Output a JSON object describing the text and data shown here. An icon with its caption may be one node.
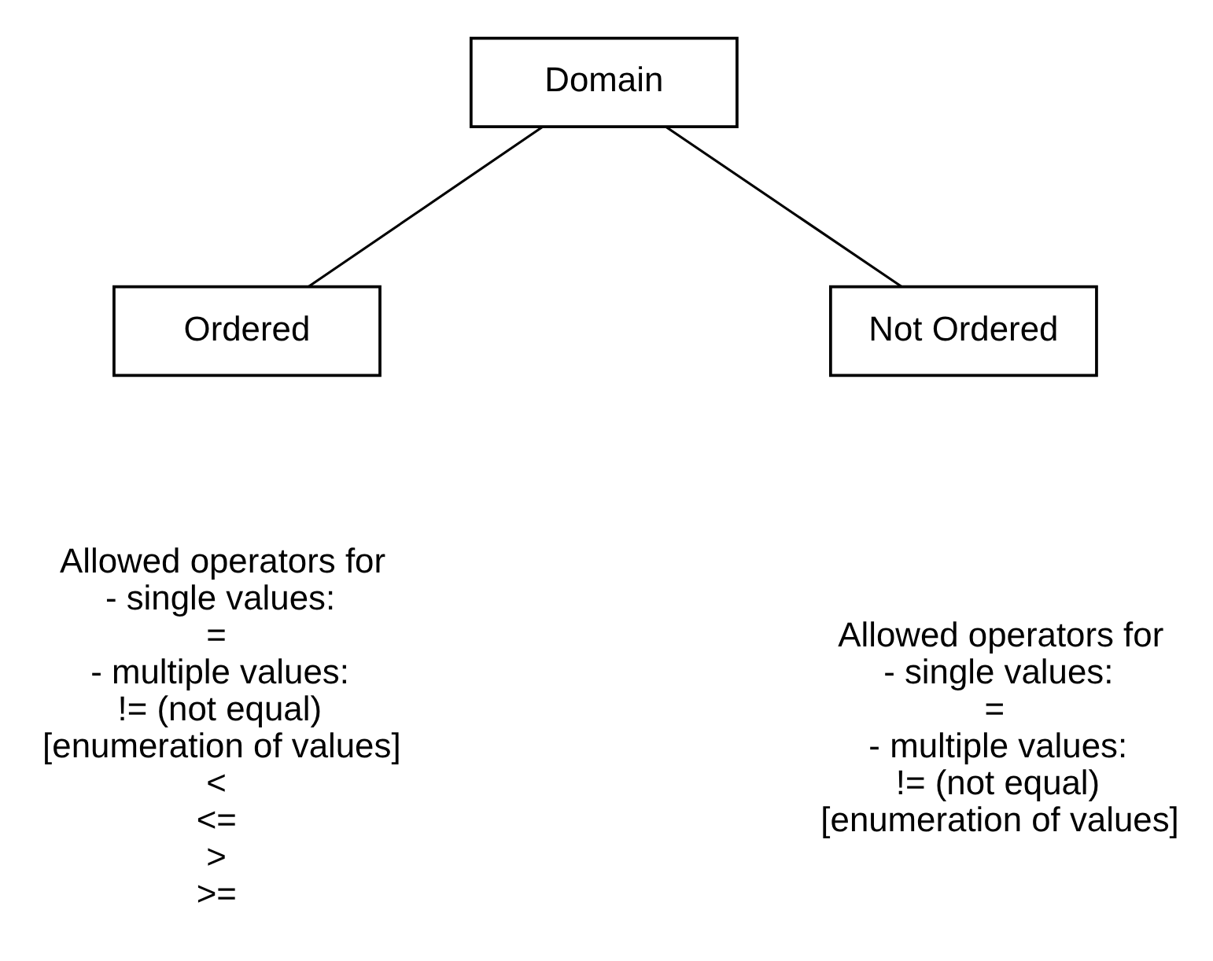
{
  "diagram": {
    "nodes": [
      {
        "text": [
          "Domain"
        ]
      },
      {
        "text": [
          "Ordered"
        ],
        "beside": [
          "Allowed operators for",
          "- single values:",
          "=",
          "- multiple values:",
          "!= (not equal)",
          "[enumeration of values]",
          "<",
          "<=",
          ">",
          ">="
        ]
      },
      {
        "text": [
          "Not Ordered"
        ],
        "beside": [
          "Allowed operators for",
          "- single values:",
          "=",
          "- multiple values:",
          "!= (not equal)",
          "[enumeration of values]"
        ]
      }
    ],
    "edges": [
      {
        "from": 0,
        "to": 1,
        "arrow": "none"
      },
      {
        "from": 0,
        "to": 2,
        "arrow": "none"
      }
    ]
  }
}
